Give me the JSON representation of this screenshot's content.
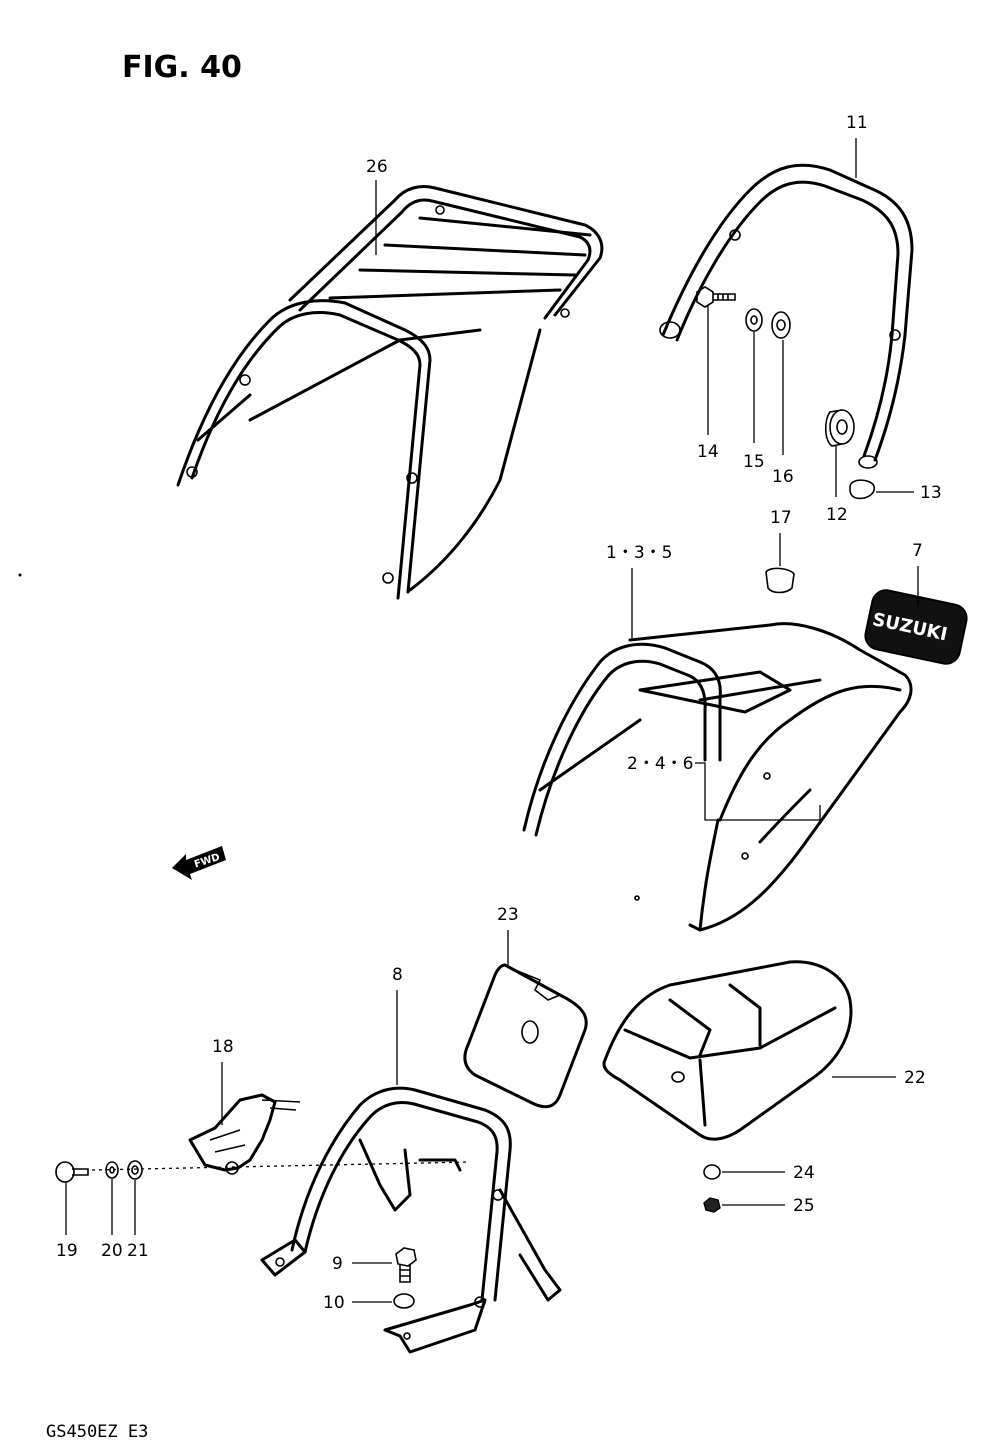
{
  "figure": {
    "title": "FIG. 40",
    "footer": "GS450EZ  E3",
    "fwd_label": "FWD",
    "badge_text": "SUZUKI"
  },
  "callouts": {
    "p26": "26",
    "p11": "11",
    "p14": "14",
    "p15": "15",
    "p16": "16",
    "p12": "12",
    "p13": "13",
    "p17": "17",
    "p135": "1・3・5",
    "p7": "7",
    "p246": "2・4・6",
    "p23": "23",
    "p8": "8",
    "p18": "18",
    "p22": "22",
    "p24": "24",
    "p25": "25",
    "p9": "9",
    "p10": "10",
    "p19": "19",
    "p20": "20",
    "p21": "21"
  }
}
